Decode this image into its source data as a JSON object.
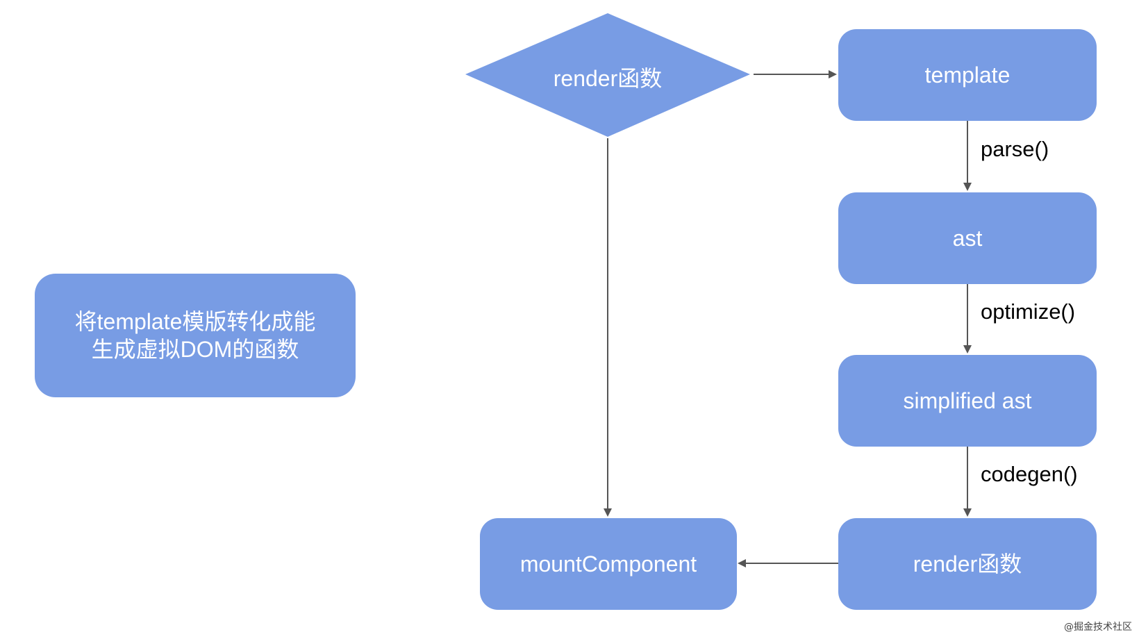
{
  "colors": {
    "node_fill": "#789ce4",
    "node_text": "#ffffff",
    "edge": "#555555",
    "edge_label": "#000000"
  },
  "diagram": {
    "decision": {
      "label": "render函数"
    },
    "nodes": {
      "template": "template",
      "ast": "ast",
      "simplified_ast": "simplified ast",
      "render_fn": "render函数",
      "mount": "mountComponent"
    },
    "edge_labels": {
      "parse": "parse()",
      "optimize": "optimize()",
      "codegen": "codegen()"
    },
    "note": {
      "line1": "将template模版转化成能",
      "line2": "生成虚拟DOM的函数"
    }
  },
  "watermark": {
    "text": "@掘金技术社区"
  }
}
